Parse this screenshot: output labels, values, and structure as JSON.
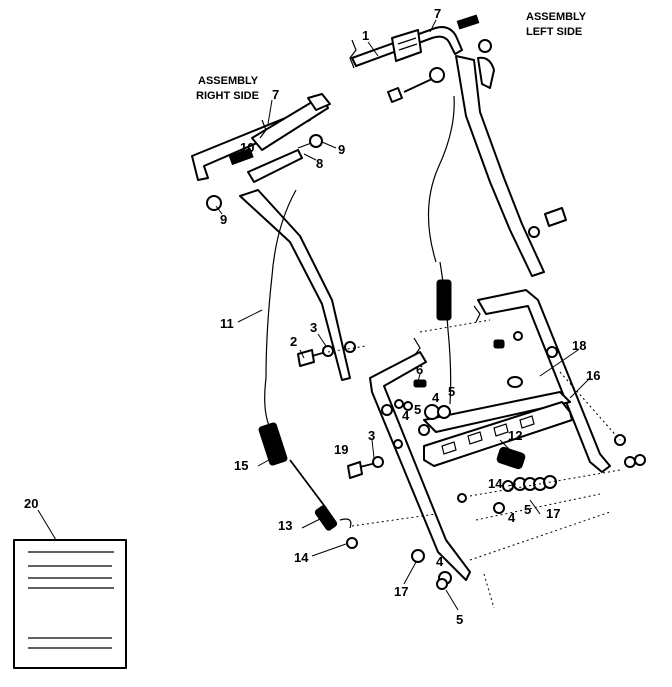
{
  "diagram": {
    "headers": {
      "left_side": [
        "ASSEMBLY",
        "LEFT SIDE"
      ],
      "right_side": [
        "ASSEMBLY",
        "RIGHT SIDE"
      ]
    },
    "callouts": {
      "c1": "1",
      "c7_left": "7",
      "c7_right": "7",
      "c10": "10",
      "c9_upper": "9",
      "c8": "8",
      "c9_lower": "9",
      "c11": "11",
      "c2": "2",
      "c3_upper": "3",
      "c18": "18",
      "c6": "6",
      "c16": "16",
      "c4_a": "4",
      "c5_a": "5",
      "c4_b": "4",
      "c5_b": "5",
      "c12": "12",
      "c19": "19",
      "c3_lower": "3",
      "c15": "15",
      "c14_right": "14",
      "c5_c": "5",
      "c4_c": "4",
      "c17_right": "17",
      "c13": "13",
      "c14_left": "14",
      "c4_d": "4",
      "c17_left": "17",
      "c5_d": "5",
      "c20": "20"
    }
  }
}
